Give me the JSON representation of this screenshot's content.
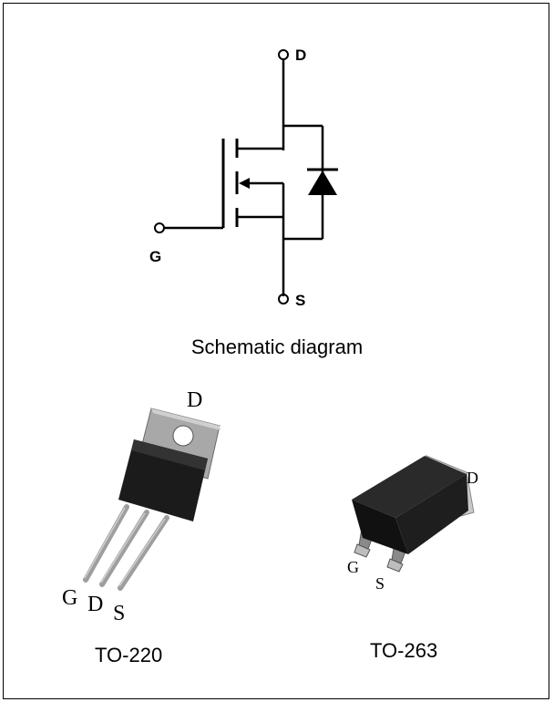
{
  "schematic": {
    "caption": "Schematic diagram",
    "pins": {
      "drain": "D",
      "gate": "G",
      "source": "S"
    }
  },
  "packages": [
    {
      "name": "TO-220",
      "pins": {
        "tab": "D",
        "g": "G",
        "d": "D",
        "s": "S"
      }
    },
    {
      "name": "TO-263",
      "pins": {
        "tab": "D",
        "g": "G",
        "s": "S"
      }
    }
  ]
}
